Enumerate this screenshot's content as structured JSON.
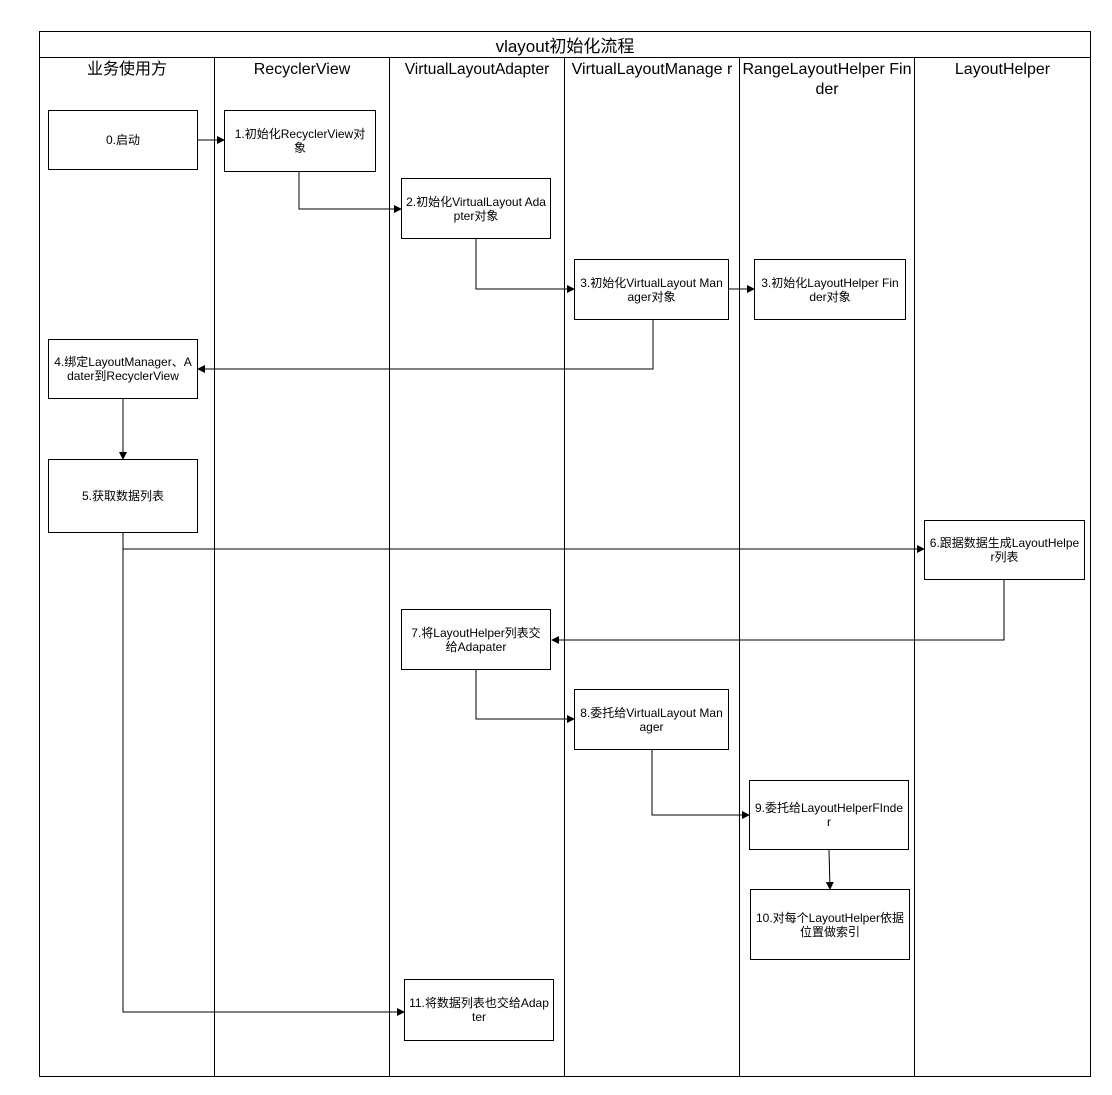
{
  "title": "vlayout初始化流程",
  "lanes": [
    "业务使用方",
    "RecyclerView",
    "VirtualLayoutAdapter",
    "VirtualLayoutManage r",
    "RangeLayoutHelper Finder",
    "LayoutHelper"
  ],
  "steps": [
    "0.启动",
    "1.初始化RecyclerView对象",
    "2.初始化VirtualLayout Adapter对象",
    "3.初始化VirtualLayout Manager对象",
    "3.初始化LayoutHelper Finder对象",
    "4.绑定LayoutManager、Adater到RecyclerView",
    "5.获取数据列表",
    "6.跟据数据生成LayoutHelper列表",
    "7.将LayoutHelper列表交给Adapater",
    "8.委托给VirtualLayout Manager",
    "9.委托给LayoutHelperFInder",
    "10.对每个LayoutHelper依据位置做索引",
    "11.将数据列表也交给Adapter"
  ]
}
